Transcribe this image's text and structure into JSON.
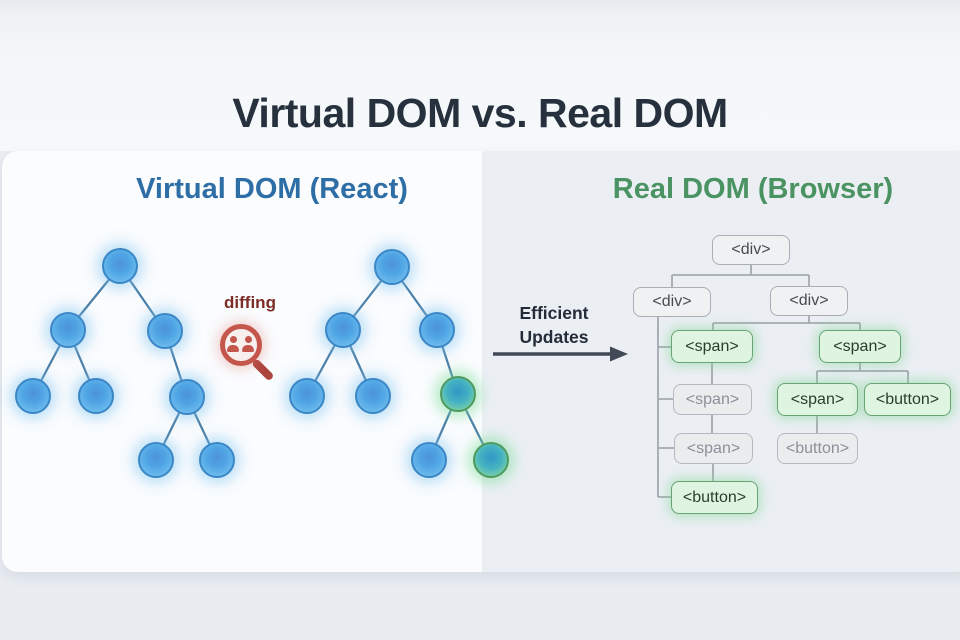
{
  "title": "Virtual DOM vs. Real DOM",
  "virtual_dom": {
    "heading": "Virtual DOM (React)",
    "diffing_label": "diffing"
  },
  "transition": {
    "line1": "Efficient",
    "line2": "Updates"
  },
  "real_dom": {
    "heading": "Real DOM (Browser)",
    "nodes": [
      {
        "label": "<div>",
        "state": "neutral"
      },
      {
        "label": "<div>",
        "state": "neutral"
      },
      {
        "label": "<div>",
        "state": "neutral"
      },
      {
        "label": "<span>",
        "state": "updated"
      },
      {
        "label": "<span>",
        "state": "unchanged"
      },
      {
        "label": "<span>",
        "state": "unchanged"
      },
      {
        "label": "<button>",
        "state": "updated"
      },
      {
        "label": "<span>",
        "state": "updated"
      },
      {
        "label": "<span>",
        "state": "updated"
      },
      {
        "label": "<button>",
        "state": "updated"
      },
      {
        "label": "<button>",
        "state": "unchanged"
      }
    ]
  },
  "colors": {
    "title": "#27303d",
    "virtual_dom_heading": "#2e6ea6",
    "real_dom_heading": "#4b9363",
    "diffing": "#7d2d26",
    "node_blue_border": "#3a86c6",
    "node_changed_border": "#4e9a5e",
    "box_green_border": "#66a573",
    "box_gray_border": "#a9aeb5",
    "tree_line_blue": "#4c7fa8",
    "tree_line_gray": "#a4a9b0",
    "arrow": "#414a56"
  }
}
